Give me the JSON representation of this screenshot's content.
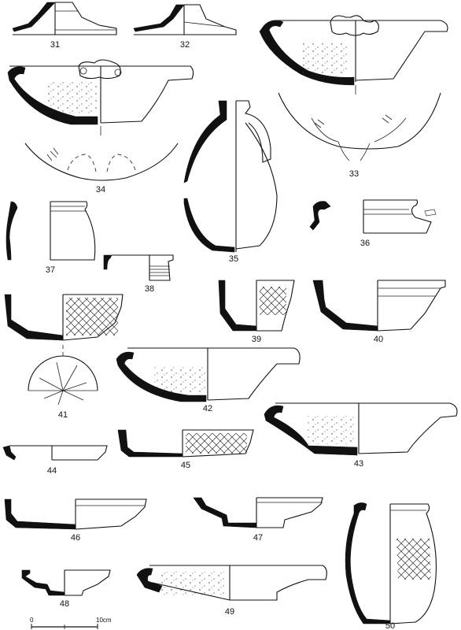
{
  "figure_numbers": {
    "n31": "31",
    "n32": "32",
    "n33": "33",
    "n34": "34",
    "n35": "35",
    "n36": "36",
    "n37": "37",
    "n38": "38",
    "n39": "39",
    "n40": "40",
    "n41": "41",
    "n42": "42",
    "n43": "43",
    "n44": "44",
    "n45": "45",
    "n46": "46",
    "n47": "47",
    "n48": "48",
    "n49": "49",
    "n50": "50"
  },
  "scale_bar": {
    "start_label": "0",
    "end_label": "10cm"
  },
  "colors": {
    "ink": "#111111",
    "paper": "#ffffff"
  }
}
